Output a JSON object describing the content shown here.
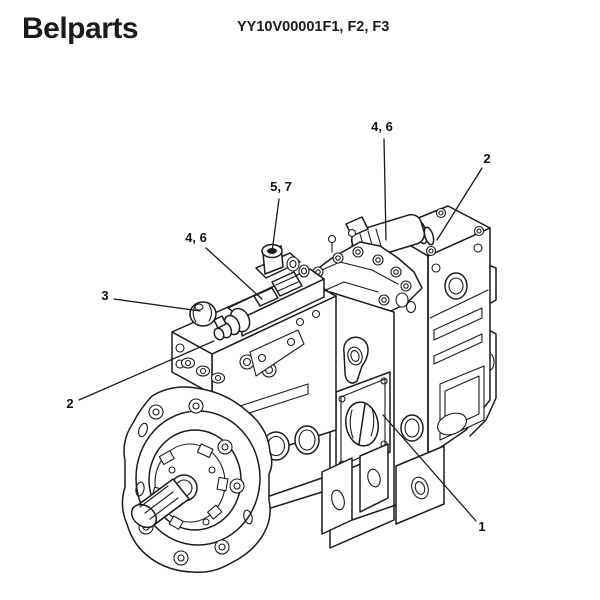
{
  "header": {
    "brand": "Belparts",
    "part_number": "YY10V00001F1, F2, F3"
  },
  "diagram": {
    "description": "Hydraulic main pump assembly exploded-view line drawing",
    "colors": {
      "background": "#ffffff",
      "line": "#1b1b1b",
      "text": "#111111"
    },
    "callouts": [
      {
        "label": "4, 6"
      },
      {
        "label": "2"
      },
      {
        "label": "5, 7"
      },
      {
        "label": "4, 6"
      },
      {
        "label": "3"
      },
      {
        "label": "2"
      },
      {
        "label": "1"
      }
    ]
  }
}
